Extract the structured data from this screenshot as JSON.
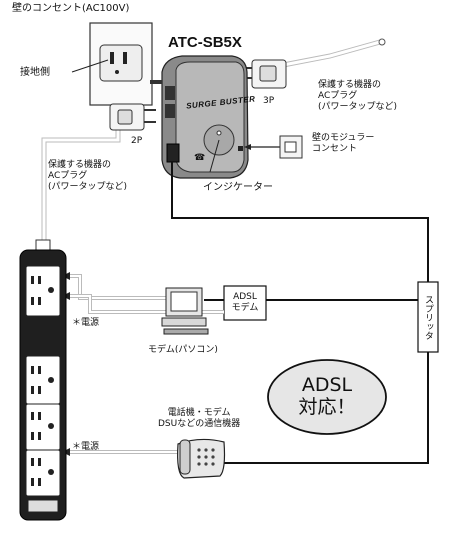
{
  "labels": {
    "wall_outlet": "壁のコンセント(AC100V)",
    "product_name": "ATC-SB5X",
    "ground_side": "接地側",
    "brand": "SURGE BUSTER",
    "protect_plug_right": [
      "保護する機器の",
      "ACプラグ",
      "(パワータップなど)"
    ],
    "protect_plug_left": [
      "保護する機器の",
      "ACプラグ",
      "(パワータップなど)"
    ],
    "plug_3p": "3P",
    "plug_2p": "2P",
    "modular_jack": [
      "壁のモジュラー",
      "コンセント"
    ],
    "indicator": "インジケーター",
    "adsl_modem": [
      "ADSL",
      "モデム"
    ],
    "splitter": "スプリッタ",
    "power_1": "＊電源",
    "modem_pc": "モデム(パソコン)",
    "adsl_badge": [
      "ADSL",
      "対応！"
    ],
    "phone_devices": [
      "電話機・モデム",
      "DSUなどの通信機器"
    ],
    "power_2": "＊電源"
  }
}
